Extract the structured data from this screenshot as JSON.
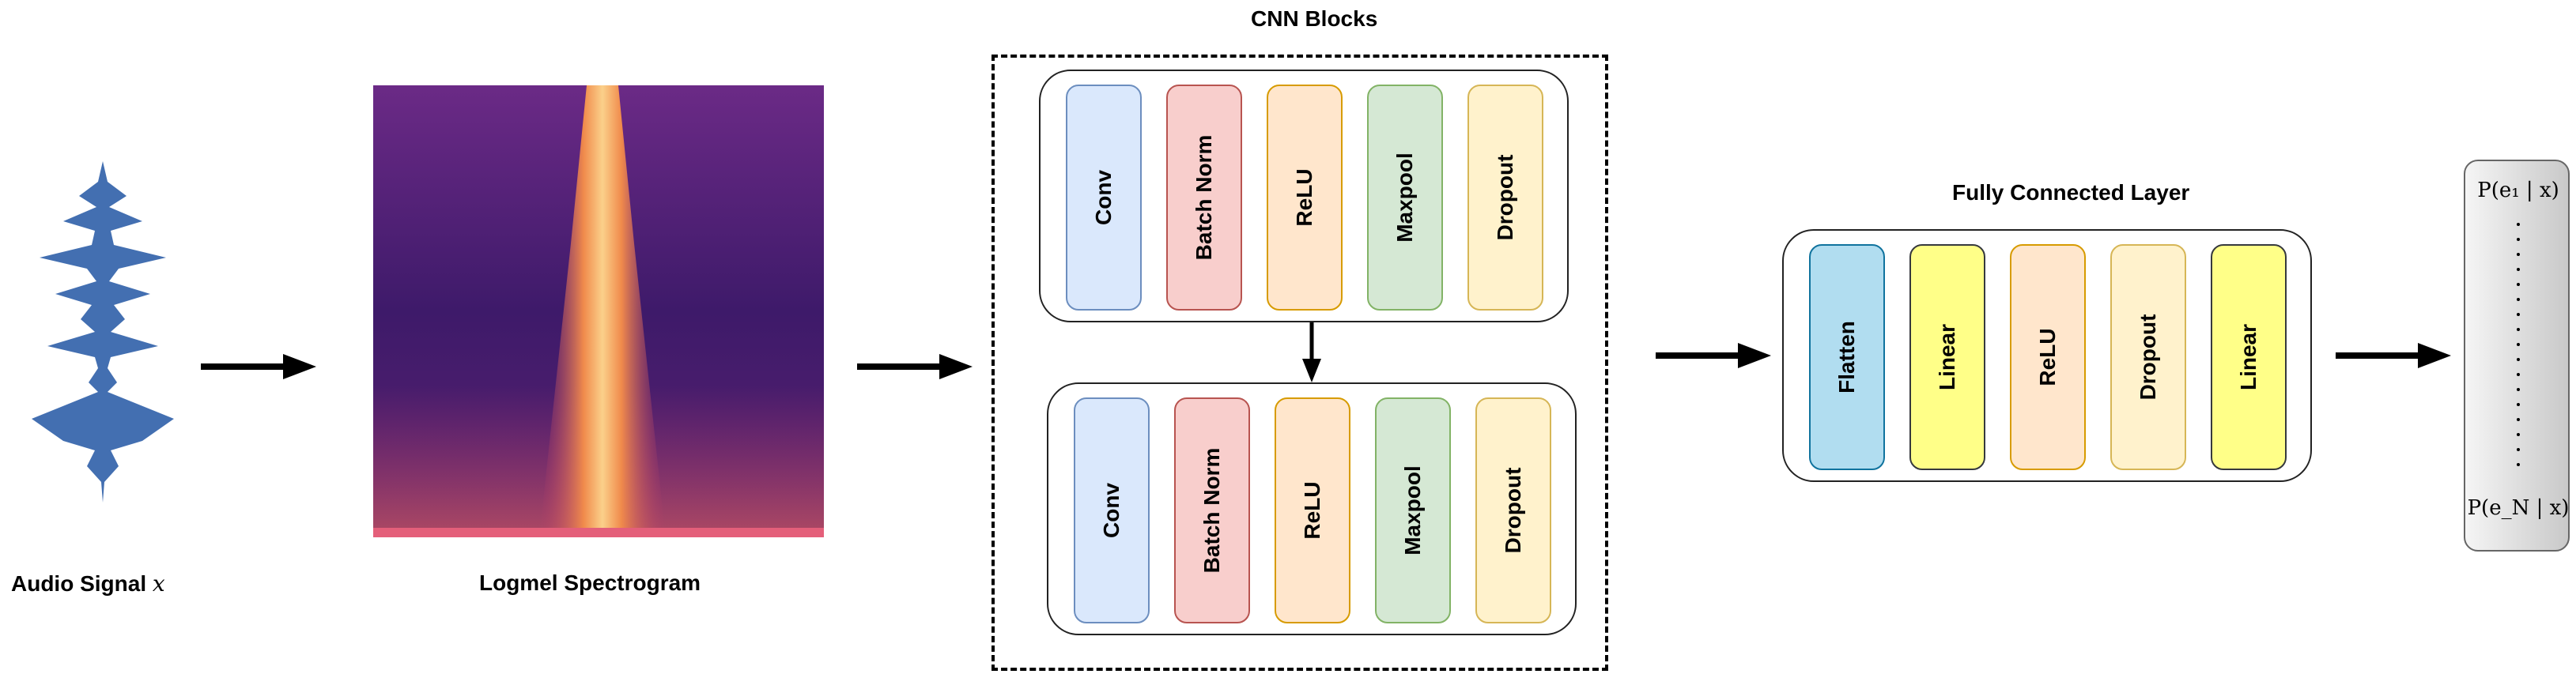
{
  "captions": {
    "audio_label": "Audio Signal",
    "audio_var": "x",
    "spectrogram_label": "Logmel Spectrogram",
    "cnn_title": "CNN Blocks",
    "fc_title": "Fully Connected Layer"
  },
  "cnn_block_1": [
    "Conv",
    "Batch Norm",
    "ReLU",
    "Maxpool",
    "Dropout"
  ],
  "cnn_block_2": [
    "Conv",
    "Batch Norm",
    "ReLU",
    "Maxpool",
    "Dropout"
  ],
  "fc_block": [
    "Flatten",
    "Linear",
    "ReLU",
    "Dropout",
    "Linear"
  ],
  "output": {
    "top": "P(e₁ | x)",
    "bottom": "P(e_N | x)"
  },
  "colors": {
    "waveform": "#2f5fa8",
    "conv": "#dae8fc",
    "batch_norm": "#f8cecc",
    "relu": "#ffe6cc",
    "maxpool": "#d5e8d4",
    "dropout": "#fff2cc",
    "flatten": "#b1ddf0",
    "linear": "#ffff88"
  }
}
